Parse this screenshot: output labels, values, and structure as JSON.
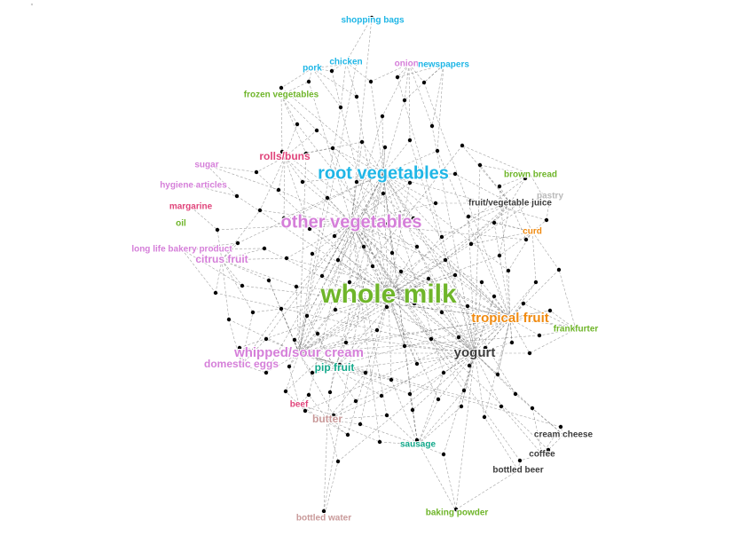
{
  "graph": {
    "style": {
      "edge_color": "#555555",
      "node_color": "#000000",
      "background": "#ffffff"
    },
    "palette": {
      "blue": "#1fb6e6",
      "green": "#6fb52a",
      "pink": "#d57fd9",
      "red": "#e0457b",
      "orange": "#f08a10",
      "teal": "#12a88a",
      "dark": "#3c3c3c",
      "rose": "#c99a9a",
      "grey": "#b9b9b9"
    },
    "items": [
      {
        "id": "whole_milk",
        "label": "whole milk",
        "color": "green",
        "size": "xl"
      },
      {
        "id": "other_vegetables",
        "label": "other vegetables",
        "color": "pink",
        "size": "l"
      },
      {
        "id": "root_vegetables",
        "label": "root vegetables",
        "color": "blue",
        "size": "l"
      },
      {
        "id": "yogurt",
        "label": "yogurt",
        "color": "dark",
        "size": "m"
      },
      {
        "id": "tropical_fruit",
        "label": "tropical fruit",
        "color": "orange",
        "size": "m"
      },
      {
        "id": "whipped_sour_cream",
        "label": "whipped/sour cream",
        "color": "pink",
        "size": "m"
      },
      {
        "id": "domestic_eggs",
        "label": "domestic eggs",
        "color": "pink",
        "size": "s"
      },
      {
        "id": "pip_fruit",
        "label": "pip fruit",
        "color": "teal",
        "size": "s"
      },
      {
        "id": "rolls_buns",
        "label": "rolls/buns",
        "color": "red",
        "size": "s"
      },
      {
        "id": "citrus_fruit",
        "label": "citrus fruit",
        "color": "pink",
        "size": "s"
      },
      {
        "id": "butter",
        "label": "butter",
        "color": "rose",
        "size": "s"
      },
      {
        "id": "shopping_bags",
        "label": "shopping bags",
        "color": "blue",
        "size": "xs"
      },
      {
        "id": "chicken",
        "label": "chicken",
        "color": "blue",
        "size": "xs"
      },
      {
        "id": "pork",
        "label": "pork",
        "color": "blue",
        "size": "xs"
      },
      {
        "id": "onions",
        "label": "onions",
        "color": "pink",
        "size": "xs"
      },
      {
        "id": "newspapers",
        "label": "newspapers",
        "color": "blue",
        "size": "xs"
      },
      {
        "id": "frozen_vegetables",
        "label": "frozen vegetables",
        "color": "green",
        "size": "xs"
      },
      {
        "id": "sugar",
        "label": "sugar",
        "color": "pink",
        "size": "xs"
      },
      {
        "id": "hygiene_articles",
        "label": "hygiene articles",
        "color": "pink",
        "size": "xs"
      },
      {
        "id": "margarine",
        "label": "margarine",
        "color": "red",
        "size": "xs"
      },
      {
        "id": "oil",
        "label": "oil",
        "color": "green",
        "size": "xs"
      },
      {
        "id": "long_life_bakery_product",
        "label": "long life bakery product",
        "color": "pink",
        "size": "xs"
      },
      {
        "id": "brown_bread",
        "label": "brown bread",
        "color": "green",
        "size": "xs"
      },
      {
        "id": "pastry",
        "label": "pastry",
        "color": "grey",
        "size": "xs"
      },
      {
        "id": "fruit_vegetable_juice",
        "label": "fruit/vegetable juice",
        "color": "dark",
        "size": "xs"
      },
      {
        "id": "curd",
        "label": "curd",
        "color": "orange",
        "size": "xs"
      },
      {
        "id": "frankfurter",
        "label": "frankfurter",
        "color": "green",
        "size": "xs"
      },
      {
        "id": "beef",
        "label": "beef",
        "color": "red",
        "size": "xs"
      },
      {
        "id": "sausage",
        "label": "sausage",
        "color": "teal",
        "size": "xs"
      },
      {
        "id": "cream_cheese",
        "label": "cream cheese",
        "color": "dark",
        "size": "xs"
      },
      {
        "id": "coffee",
        "label": "coffee",
        "color": "dark",
        "size": "xs"
      },
      {
        "id": "bottled_beer",
        "label": "bottled beer",
        "color": "dark",
        "size": "xs"
      },
      {
        "id": "bottled_water",
        "label": "bottled water",
        "color": "rose",
        "size": "xs"
      },
      {
        "id": "baking_powder",
        "label": "baking powder",
        "color": "green",
        "size": "xs"
      }
    ]
  }
}
